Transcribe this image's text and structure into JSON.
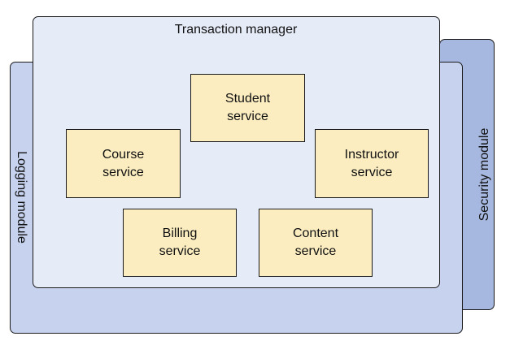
{
  "diagram": {
    "security_module": {
      "label": "Security module"
    },
    "logging_module": {
      "label": "Logging module"
    },
    "transaction_manager": {
      "label": "Transaction manager"
    },
    "services": {
      "student": {
        "line1": "Student",
        "line2": "service"
      },
      "course": {
        "line1": "Course",
        "line2": "service"
      },
      "instructor": {
        "line1": "Instructor",
        "line2": "service"
      },
      "billing": {
        "line1": "Billing",
        "line2": "service"
      },
      "content": {
        "line1": "Content",
        "line2": "service"
      }
    }
  },
  "colors": {
    "security_fill": "#a7b8e0",
    "logging_fill": "#c6d2ee",
    "transaction_fill": "#e6ebf8",
    "service_fill": "#fbedc0",
    "border": "#1a1a1a"
  }
}
